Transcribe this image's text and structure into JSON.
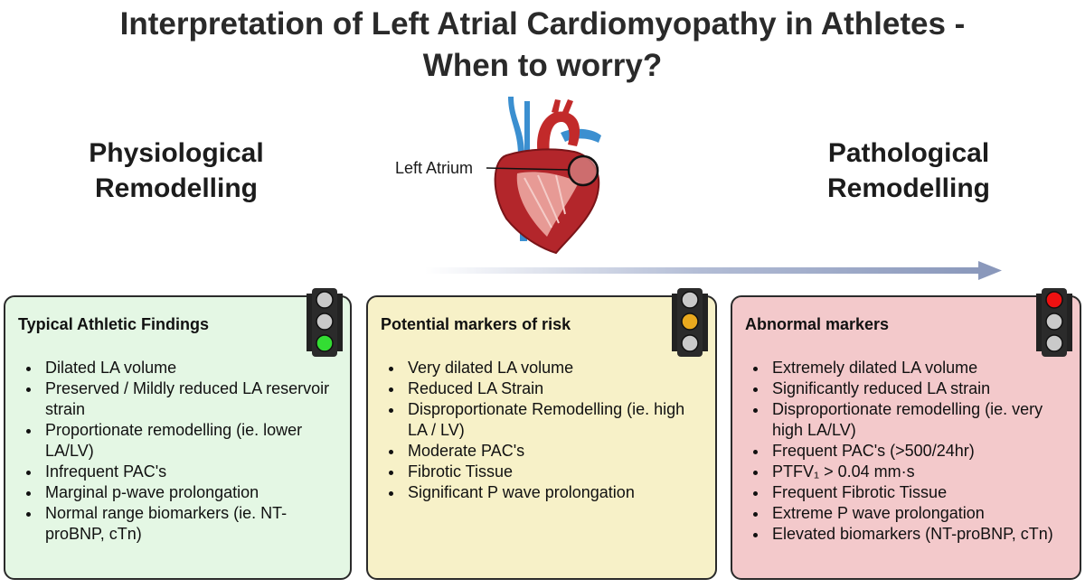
{
  "title": {
    "line1": "Interpretation of Left Atrial Cardiomyopathy in Athletes -",
    "line2": "When to worry?"
  },
  "headings": {
    "left": [
      "Physiological",
      "Remodelling"
    ],
    "right": [
      "Pathological",
      "Remodelling"
    ]
  },
  "heart": {
    "label": "Left Atrium"
  },
  "panels": [
    {
      "title": "Typical Athletic Findings",
      "light": "green",
      "items": [
        "Dilated LA volume",
        "Preserved / Mildly reduced LA reservoir strain",
        "Proportionate remodelling (ie. lower LA/LV)",
        "Infrequent PAC's",
        "Marginal p-wave prolongation",
        "Normal range biomarkers (ie. NT-proBNP, cTn)"
      ]
    },
    {
      "title": "Potential markers of risk",
      "light": "amber",
      "items": [
        "Very dilated LA volume",
        "Reduced LA Strain",
        "Disproportionate Remodelling (ie. high LA / LV)",
        "Moderate PAC's",
        "Fibrotic Tissue",
        "Significant P wave prolongation"
      ]
    },
    {
      "title": "Abnormal markers",
      "light": "red",
      "items": [
        "Extremely dilated LA volume",
        "Significantly reduced LA strain",
        "Disproportionate remodelling (ie. very high LA/LV)",
        "Frequent PAC's (>500/24hr)",
        "PTFV₁ > 0.04 mm·s",
        "Frequent Fibrotic Tissue",
        "Extreme P wave prolongation",
        "Elevated biomarkers (NT-proBNP, cTn)"
      ]
    }
  ],
  "colors": {
    "green_light": "#33dd33",
    "amber_light": "#e9a91e",
    "red_light": "#ee1111",
    "arrow": "#8a98bb"
  }
}
